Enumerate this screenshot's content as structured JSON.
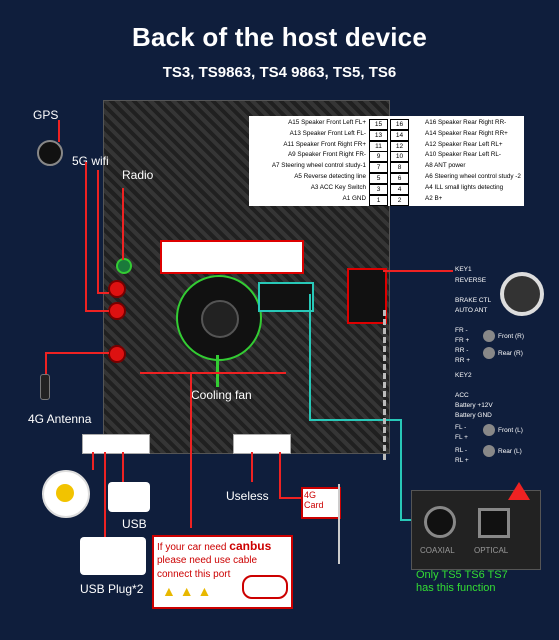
{
  "header": {
    "title": "Back of the host device",
    "subtitle": "TS3, TS9863, TS4 9863, TS5, TS6"
  },
  "labels": {
    "gps": "GPS",
    "wifi": "5G wifi",
    "radio": "Radio",
    "antenna_4g": "4G Antenna",
    "cooling_fan": "Cooling fan",
    "usb": "USB",
    "usb_plug": "USB Plug*2",
    "useless": "Useless",
    "card_4g": "4G\nCard",
    "canbus_line1": "If your car need",
    "canbus_word": "canbus",
    "canbus_line2": "please need use cable",
    "canbus_line3": "connect this port",
    "coaxial": "COAXIAL",
    "optical": "OPTICAL",
    "only_ts": "Only TS5 TS6 TS7",
    "this_function": "has this function"
  },
  "pinout": [
    {
      "left_code": "A15",
      "left_label": "Speaker Front Left FL+",
      "left_pin": "15",
      "right_pin": "16",
      "right_code": "A16",
      "right_label": "Speaker Rear Right RR-"
    },
    {
      "left_code": "A13",
      "left_label": "Speaker Front Left FL-",
      "left_pin": "13",
      "right_pin": "14",
      "right_code": "A14",
      "right_label": "Speaker Rear Right RR+"
    },
    {
      "left_code": "A11",
      "left_label": "Speaker Front Right FR+",
      "left_pin": "11",
      "right_pin": "12",
      "right_code": "A12",
      "right_label": "Speaker Rear Left RL+"
    },
    {
      "left_code": "A9",
      "left_label": "Speaker Front Right FR-",
      "left_pin": "9",
      "right_pin": "10",
      "right_code": "A10",
      "right_label": "Speaker Rear Left RL-"
    },
    {
      "left_code": "A7",
      "left_label": "Steering wheel control study-1",
      "left_pin": "7",
      "right_pin": "8",
      "right_code": "A8",
      "right_label": "ANT power"
    },
    {
      "left_code": "A5",
      "left_label": "Reverse detecting line",
      "left_pin": "5",
      "right_pin": "6",
      "right_code": "A6",
      "right_label": "Steering wheel control study -2"
    },
    {
      "left_code": "A3",
      "left_label": "ACC Key Switch",
      "left_pin": "3",
      "right_pin": "4",
      "right_code": "A4",
      "right_label": "ILL small lights detecting"
    },
    {
      "left_code": "A1",
      "left_label": "GND",
      "left_pin": "1",
      "right_pin": "2",
      "right_code": "A2",
      "right_label": "B+"
    }
  ],
  "harness_right": {
    "key1": "KEY1",
    "reverse": "REVERSE",
    "brake": "BRAKE CTL",
    "auto_ant": "AUTO ANT",
    "fr_minus": "FR -",
    "fr_plus": "FR +",
    "rr_minus": "RR -",
    "rr_plus": "RR +",
    "front_r": "Front (R)",
    "rear_r": "Rear (R)",
    "key2": "KEY2",
    "acc": "ACC",
    "battery": "Battery +12V",
    "battery_gnd": "Battery GND",
    "fl_minus": "FL -",
    "fl_plus": "FL +",
    "rl_minus": "RL -",
    "rl_plus": "RL +",
    "front_l": "Front (L)",
    "rear_l": "Rear (L)"
  },
  "colors": {
    "background": "#0f1e3c",
    "accent_red": "#e22222",
    "accent_green": "#33cc33",
    "accent_cyan": "#28c8b8",
    "note_green": "#33dd33"
  }
}
